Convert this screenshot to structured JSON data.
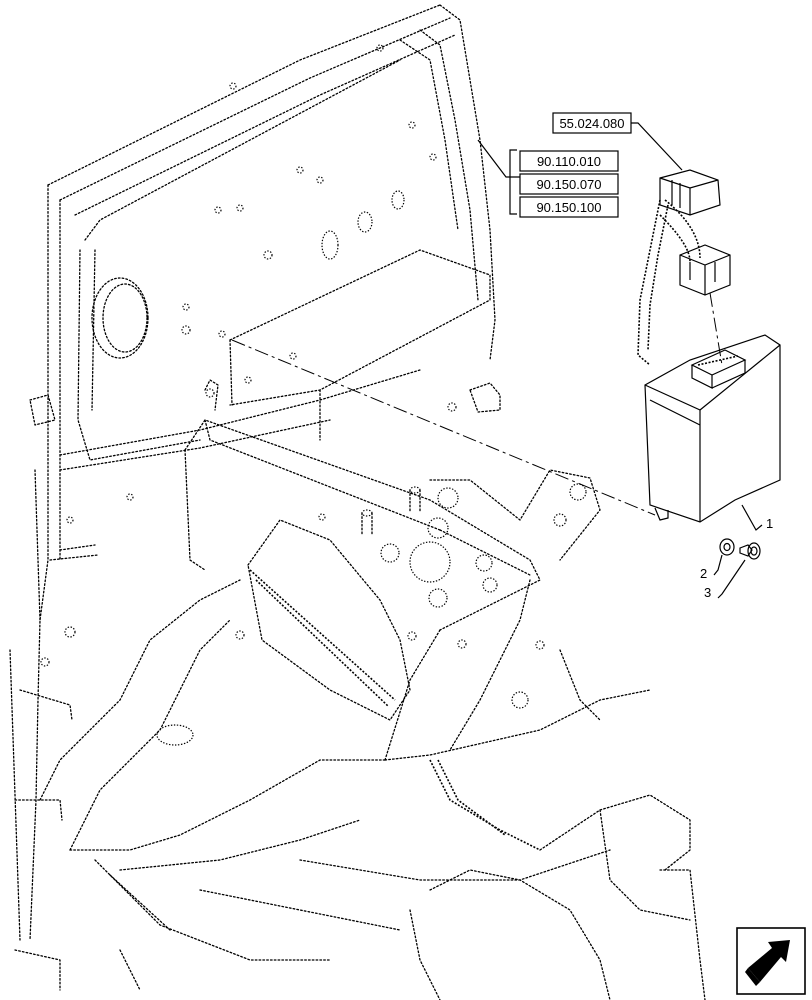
{
  "references": {
    "harness_ref": "55.024.080",
    "group": [
      "90.110.010",
      "90.150.070",
      "90.150.100"
    ]
  },
  "callouts": [
    "1",
    "2",
    "3"
  ],
  "icons": {
    "corner": "view-direction-arrow-icon"
  },
  "colors": {
    "line": "#000000",
    "background": "#ffffff"
  }
}
